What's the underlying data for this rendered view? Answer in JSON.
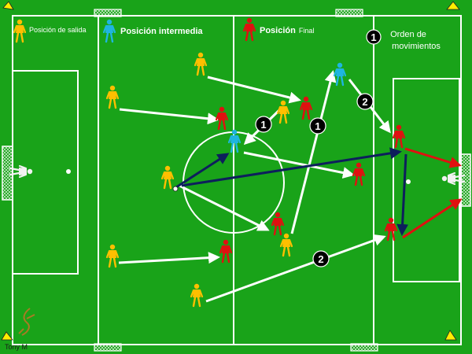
{
  "legend": {
    "start_label": "Posición de salida",
    "intermediate_label": "Posición intermedia",
    "final_label_main": "Posición",
    "final_label_suffix": "Final",
    "order_number": "1",
    "order_line1": "Orden de",
    "order_line2": "movimientos"
  },
  "signature": "Tony M",
  "colors": {
    "pitch": "#19a319",
    "lines": "#ffffff",
    "start_player": "#ffbf00",
    "intermediate_player": "#1fb5e0",
    "final_player": "#e01010",
    "pass_arrow": "#0d1f5c",
    "run_arrow": "#ffffff",
    "red_arrow": "#e01010",
    "corner_flag": "#ffee00"
  },
  "steps": [
    {
      "label": "1"
    },
    {
      "label": "1"
    },
    {
      "label": "2"
    },
    {
      "label": "2"
    }
  ],
  "player_groups": [
    {
      "role": "start",
      "count": 8
    },
    {
      "role": "intermediate",
      "count": 2
    },
    {
      "role": "final",
      "count": 9
    },
    {
      "role": "goalkeeper",
      "count": 2
    }
  ]
}
